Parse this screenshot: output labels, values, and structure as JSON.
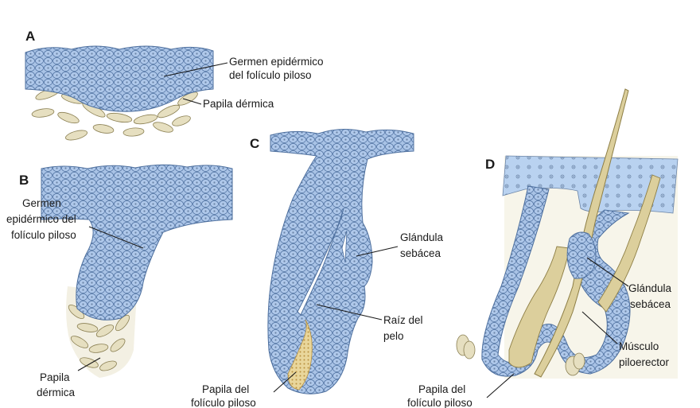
{
  "colors": {
    "epithelium": "#a9c3e6",
    "cell_outline": "#4d6f9e",
    "nucleus": "#6b84a6",
    "dermal_cell": "#e6dfc0",
    "dermal_outline": "#8a7f52",
    "hair": "#dccf9c",
    "hair_outline": "#8d7e45",
    "papilla_dots": "#c9a85a",
    "dermis_bg": "#f3f0e3"
  },
  "panels": {
    "a": {
      "letter": "A",
      "labels": [
        {
          "lines": [
            "Germen epidérmico",
            "del folículo piloso"
          ]
        },
        {
          "lines": [
            "Papila dérmica"
          ]
        }
      ]
    },
    "b": {
      "letter": "B",
      "labels": [
        {
          "lines": [
            "Germen",
            "epidérmico del",
            "folículo piloso"
          ]
        },
        {
          "lines": [
            "Papila",
            "dérmica"
          ]
        }
      ]
    },
    "c": {
      "letter": "C",
      "labels": [
        {
          "lines": [
            "Glándula",
            "sebácea"
          ]
        },
        {
          "lines": [
            "Raíz del",
            "pelo"
          ]
        },
        {
          "lines": [
            "Papila del",
            "folículo piloso"
          ]
        }
      ]
    },
    "d": {
      "letter": "D",
      "labels": [
        {
          "lines": [
            "Glándula",
            "sebácea"
          ]
        },
        {
          "lines": [
            "Músculo",
            "piloerector"
          ]
        },
        {
          "lines": [
            "Papila del",
            "folículo piloso"
          ]
        }
      ]
    }
  }
}
